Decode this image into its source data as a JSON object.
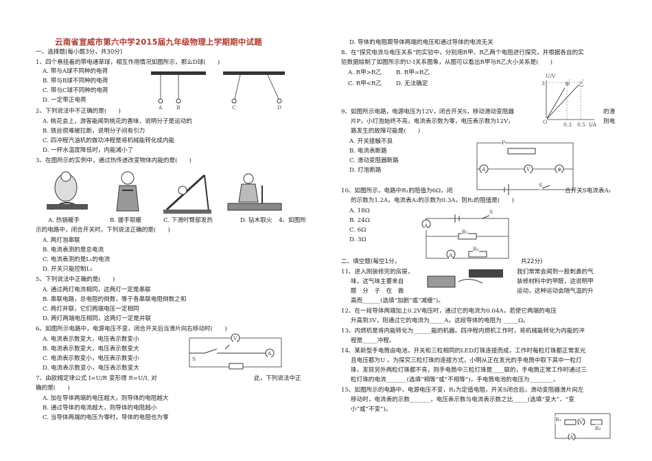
{
  "title": "云南省宣威市第六中学2015届九年级物理上学期期中试题",
  "left": {
    "section1": "一、选择题(每小题3分，共30分)",
    "q1": "1、四个悬挂着的带电通草球，相互作用情况如图所示，那么D球(　　)",
    "q1_opts": [
      "A. 带与A球不同种的电荷",
      "B. 带与B球不同种的电荷",
      "C. 带与C球不同种的电荷",
      "D. 一定带正电荷"
    ],
    "q1_fig_labels": [
      "A",
      "B",
      "C",
      "D"
    ],
    "q2": "2、下列说法中不正确的是(　　)",
    "q2_opts": [
      "A. 桃花会上，游客能闻到桃花的香味，说明分子是运动的",
      "B. 铁丝很难被拉断，说明分子间有引力",
      "C. 四冲程汽油机的做功冲程是将机械能转化成内能",
      "D. 一杯水温度降低时，内能减小了"
    ],
    "q3": "3、在图所示的实例中，通过热传递改变物体内能的是(　　)",
    "q3_captions": [
      "A. 热锅暖手",
      "B. 搓手取暖",
      "C. 下滑时臀部发热",
      "D. 钻木取火"
    ],
    "q4_start": "4、如图所",
    "q4_line2": "示的电路中，闭合开关时，下列说法正确的是(　　)",
    "q4_opts": [
      "A. 两灯泡串联",
      "B. 电流表测的是总电流",
      "C. 电流表测的是L₁的电流",
      "D. 开关只能控制L₂"
    ],
    "q5": "5、下列说法中正确的是(　　)",
    "q5_opts": [
      "A. 通过两灯电流相同，这两灯一定是串联",
      "B. 串联电路，总电阻的倒数，等于各串联电阻倒数之和",
      "C. 两灯并联，它们两端电压一定相同",
      "D. 两灯两端电压相同，这两灯一定是并联"
    ],
    "q6": "6、如图所示电路中，电源电压不变，闭合开关后当滑片向右移动时(　　)",
    "q6_opts": [
      "A. 电流表示数变大，电压表示数变小",
      "B. 电流表示数变大，电压表示数变大",
      "C. 电流表示数变小，电压表示数变小",
      "D. 电流表示数变小，电压表示数变大"
    ],
    "q7_a": "7、由欧姆定律公式 I=U/R 变形得 R=U/I, 对",
    "q7_b": "此，下列说法中正",
    "q7_line2": "确的是(　　)",
    "q7_opts": [
      "A. 加在导体两端的电压越大，则导体的电阻越大",
      "B. 通过导体的电流越大，则导体的电阻越小",
      "C. 当导体两端的电压为零时，导体的电阻也为零"
    ]
  },
  "right": {
    "q7_d": "D. 导体的电阻跟导体两端的电压和通过导体的电流无关",
    "q8_l1": "8、在“探究电流与电压关系”的实验中，分别用R甲、R乙两个电阻进行探究，并根据各自的实",
    "q8_l2": "验数据绘制了如图所示的U-I关系图象，从图可以看出R甲与R乙大小关系是(　　)",
    "q8_opts": [
      "A. R甲>R乙",
      "B. R甲=R乙",
      "C. R甲<R乙",
      "D. 无法确定"
    ],
    "q8_fig": {
      "y_label": "U/V",
      "x_label": "I/A",
      "y_tick": "3",
      "x_ticks": [
        "0.3",
        "0.5"
      ],
      "origin": "O",
      "series": [
        "甲",
        "乙"
      ]
    },
    "q9_l1": "9、如图所示电路，电源电压为12V，闭合开关S，移动滑动变阻器",
    "q9_l1b": "的滑",
    "q9_l2": "片P，小灯泡始终不亮，电流表示数为零，电压表示数为12V，",
    "q9_l2b": "则电",
    "q9_l3": "路发生的故障可能是(　　)",
    "q9_opts": [
      "A. 开关接触不良",
      "B. 电流表断路",
      "C. 滑动变阻器断路",
      "D. 灯泡断路"
    ],
    "q10_l1": "10、如图所示，电路中R₁的阻值为6Ω，闭",
    "q10_l1b": "合开关S电流表A₁",
    "q10_l2": "的示数为1.2A，电流表A₂的示数为0.3A，则R₂的阻值是(　　)",
    "q10_opts": [
      "A. 18Ω",
      "B. 24Ω",
      "C. 6Ω",
      "D. 3Ω"
    ],
    "section2_a": "二、填空题(每空1分，",
    "section2_b": "共22分)",
    "q11_l1a": "11、进入刚装修完的房屋，",
    "q11_l1b": "我们常常会闻到一股刺鼻的气",
    "q11_l2a": "味，这气味主要来自",
    "q11_l2b": "装修材料中的甲醛，这说明甲",
    "q11_l3a": "醛　分　子　在　做",
    "q11_l3b": "运动，这种运动会随气温的升",
    "q11_l4": "高而______(选填“加剧”或“减缓”)。",
    "q12_l1": "12、在一段导体两端加上0.2V电压时，通过它的电流为0.04A，若使它两端的电压",
    "q12_l2": "升高到3V，则通过它的电流为_____A，这段导体的电阻为 _____Ω。",
    "q13_l1": "13、内燃机是将内能转化为______能的机器。四冲程内燃机工作时，将机械能转化为内能的冲",
    "q13_l2": "程是_____冲程。",
    "q14_l1": "14、某新型手电筒由电池，开关和三粒相同的LED灯珠连接而成，工作时每粒灯珠都正常发光",
    "q14_l2": "且电压都为U 。为探究三粒灯珠的连接方式，小明从正在发光的手电筒中取下其中一粒灯",
    "q14_l3": "珠，发现另外两粒灯珠都不亮，则手电筒中三粒灯珠是____联的，手电筒正常工作时通过三",
    "q14_l4": "粒灯珠的电流_______(选填“相等”或“不相等”)，手电筒电池的电压为________。",
    "q15_l1": "15、如图所示的电路中，电源电压不变，R₁为定值电阻，开关S闭合后，滑动变阻器滑片向左",
    "q15_l2": "移动时，电流表的示数_______，电压表示数与电流表示数之比_____(选填“变大”、“变",
    "q15_l3": "小”或“不变”)。"
  },
  "circuit_symbols": {
    "voltmeter": "V",
    "ammeter": "A",
    "ammeter1": "A₁",
    "ammeter2": "A₂",
    "switch": "S",
    "slider": "P",
    "r1": "R₁",
    "r2": "R₂",
    "lamp": "⊗"
  }
}
